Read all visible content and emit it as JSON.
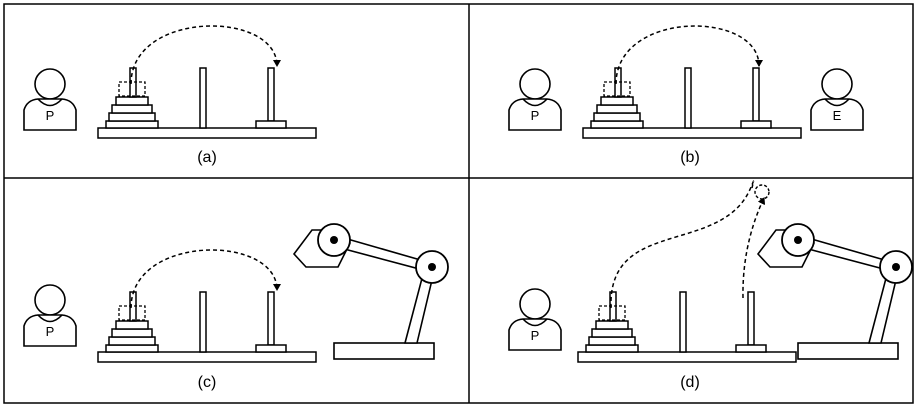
{
  "panels": [
    {
      "id": "a",
      "caption": "(a)",
      "person_label": "P"
    },
    {
      "id": "b",
      "caption": "(b)",
      "person_label": "P",
      "second_person_label": "E"
    },
    {
      "id": "c",
      "caption": "(c)",
      "person_label": "P"
    },
    {
      "id": "d",
      "caption": "(d)",
      "person_label": "P"
    }
  ],
  "colors": {
    "stroke": "#000000",
    "fill": "#ffffff",
    "background": "#ffffff"
  },
  "icons": [
    "person-icon",
    "tower-of-hanoi",
    "robot-arm-icon",
    "dashed-arrow"
  ]
}
